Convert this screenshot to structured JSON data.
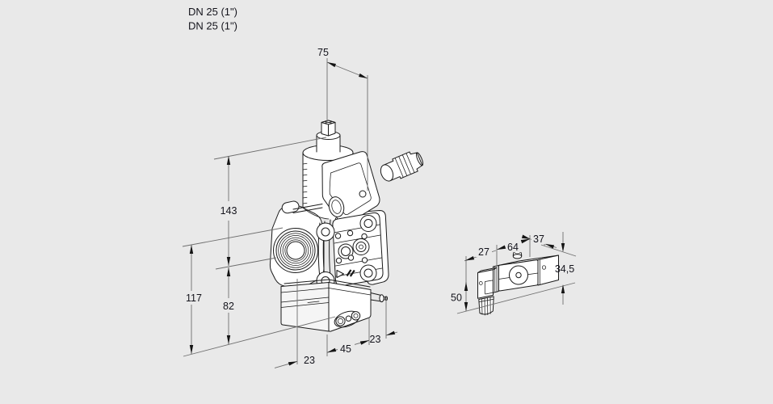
{
  "drawing": {
    "connection_labels": [
      "DN 25 (1\")",
      "DN 25 (1\")"
    ],
    "main_valve": {
      "dims": {
        "top_width": "75",
        "total_height": "143",
        "center_height": "117",
        "lower_height": "82",
        "bottom_left": "23",
        "bottom_center": "45",
        "bottom_right": "23"
      }
    },
    "pressure_switch": {
      "dims": {
        "plug_width": "27",
        "body_length": "64",
        "body_depth": "37",
        "body_height": "34,5",
        "side_height": "50"
      }
    }
  }
}
